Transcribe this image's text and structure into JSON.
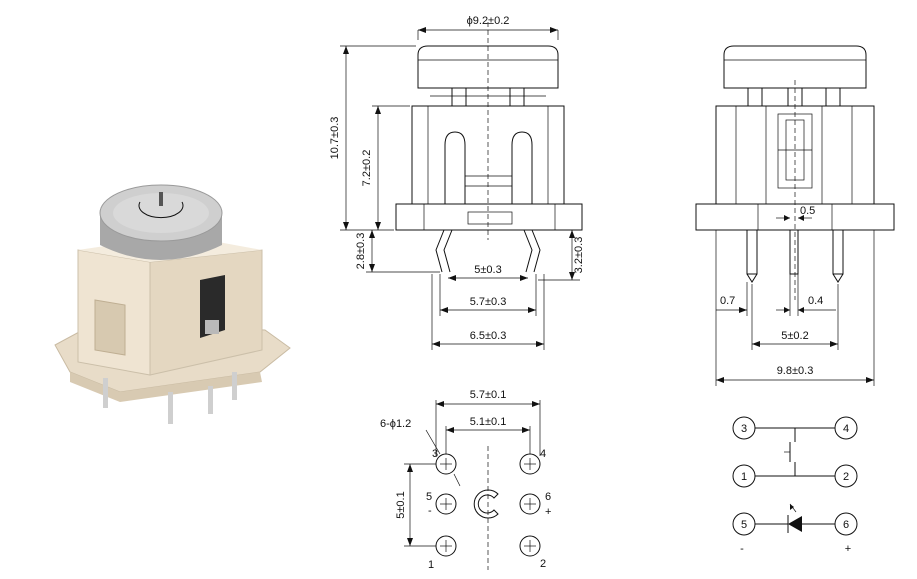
{
  "dimensions": {
    "cap_diameter": "ϕ9.2±0.2",
    "total_height": "10.7±0.3",
    "body_height": "7.2±0.2",
    "leg_left": "2.8±0.3",
    "leg_right": "3.2±0.3",
    "pitch_inner": "5±0.3",
    "pitch_mid": "5.7±0.3",
    "width_outer": "6.5±0.3",
    "pin_offset_mid": "0.5",
    "pin_offset_left": "0.7",
    "pin_width": "0.4",
    "side_pitch": "5±0.2",
    "side_width": "9.8±0.3",
    "footprint_outer": "5.7±0.1",
    "footprint_inner": "5.1±0.1",
    "hole_spec": "6-ϕ1.2",
    "footprint_vertical": "5±0.1"
  },
  "footprint_pins": {
    "p3": "3",
    "p4": "4",
    "p5": "5",
    "p6": "6",
    "p1": "1",
    "p2": "2",
    "minus": "-",
    "plus": "+"
  },
  "schematic": {
    "n3": "3",
    "n4": "4",
    "n1": "1",
    "n2": "2",
    "n5": "5",
    "n6": "6",
    "minus": "-",
    "plus": "+"
  }
}
